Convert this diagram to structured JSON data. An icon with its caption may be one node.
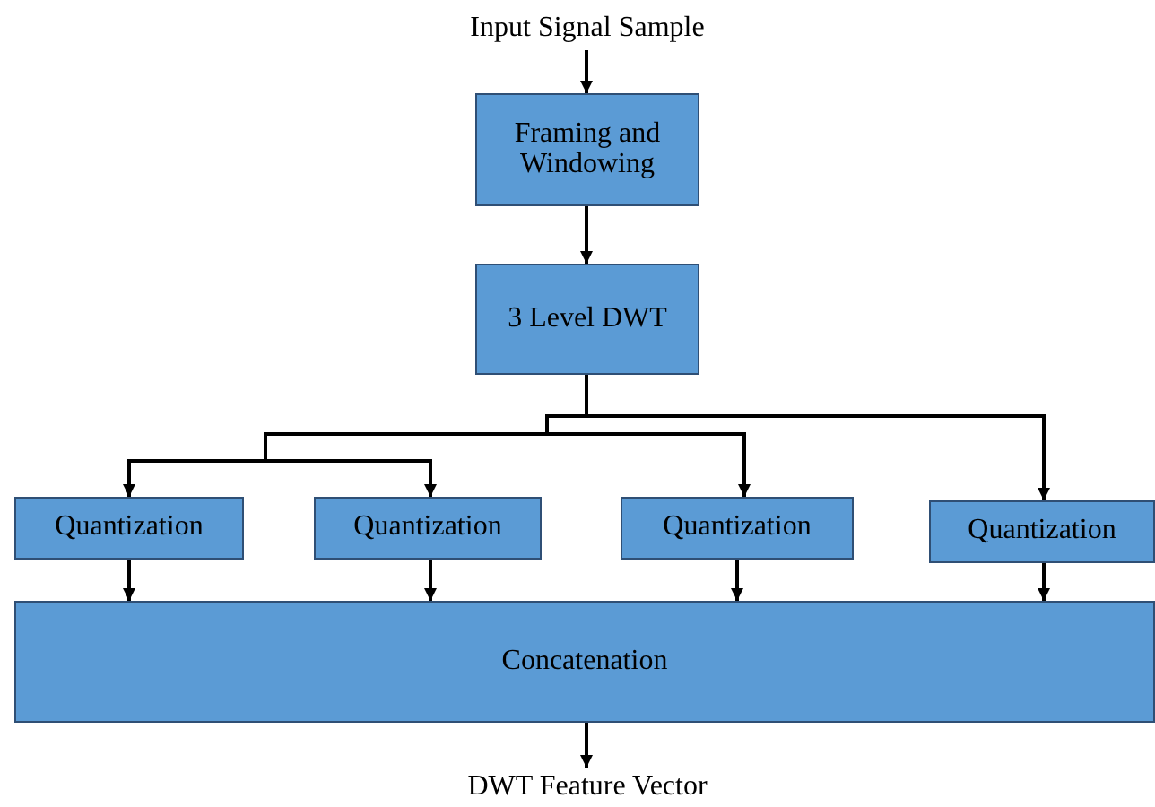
{
  "diagram": {
    "nodes": [
      {
        "text": [
          "Input Signal Sample"
        ]
      },
      {
        "text": [
          "Framing and Windowing"
        ]
      },
      {
        "text": [
          "3 Level DWT"
        ]
      },
      {
        "text": [
          "Quantization"
        ]
      },
      {
        "text": [
          "Quantization"
        ]
      },
      {
        "text": [
          "Quantization"
        ]
      },
      {
        "text": [
          "Quantization"
        ]
      },
      {
        "text": [
          "Concatenation"
        ]
      },
      {
        "text": [
          "DWT Feature Vector"
        ]
      }
    ],
    "edges": [
      {
        "from": 0,
        "to": 1,
        "arrow": "to"
      },
      {
        "from": 1,
        "to": 2,
        "arrow": "to"
      },
      {
        "from": 2,
        "to": 3,
        "arrow": "to"
      },
      {
        "from": 2,
        "to": 4,
        "arrow": "to"
      },
      {
        "from": 2,
        "to": 5,
        "arrow": "to"
      },
      {
        "from": 2,
        "to": 6,
        "arrow": "to"
      },
      {
        "from": 3,
        "to": 7,
        "arrow": "to"
      },
      {
        "from": 4,
        "to": 7,
        "arrow": "to"
      },
      {
        "from": 5,
        "to": 7,
        "arrow": "to"
      },
      {
        "from": 6,
        "to": 7,
        "arrow": "to"
      },
      {
        "from": 7,
        "to": 8,
        "arrow": "to"
      }
    ]
  }
}
